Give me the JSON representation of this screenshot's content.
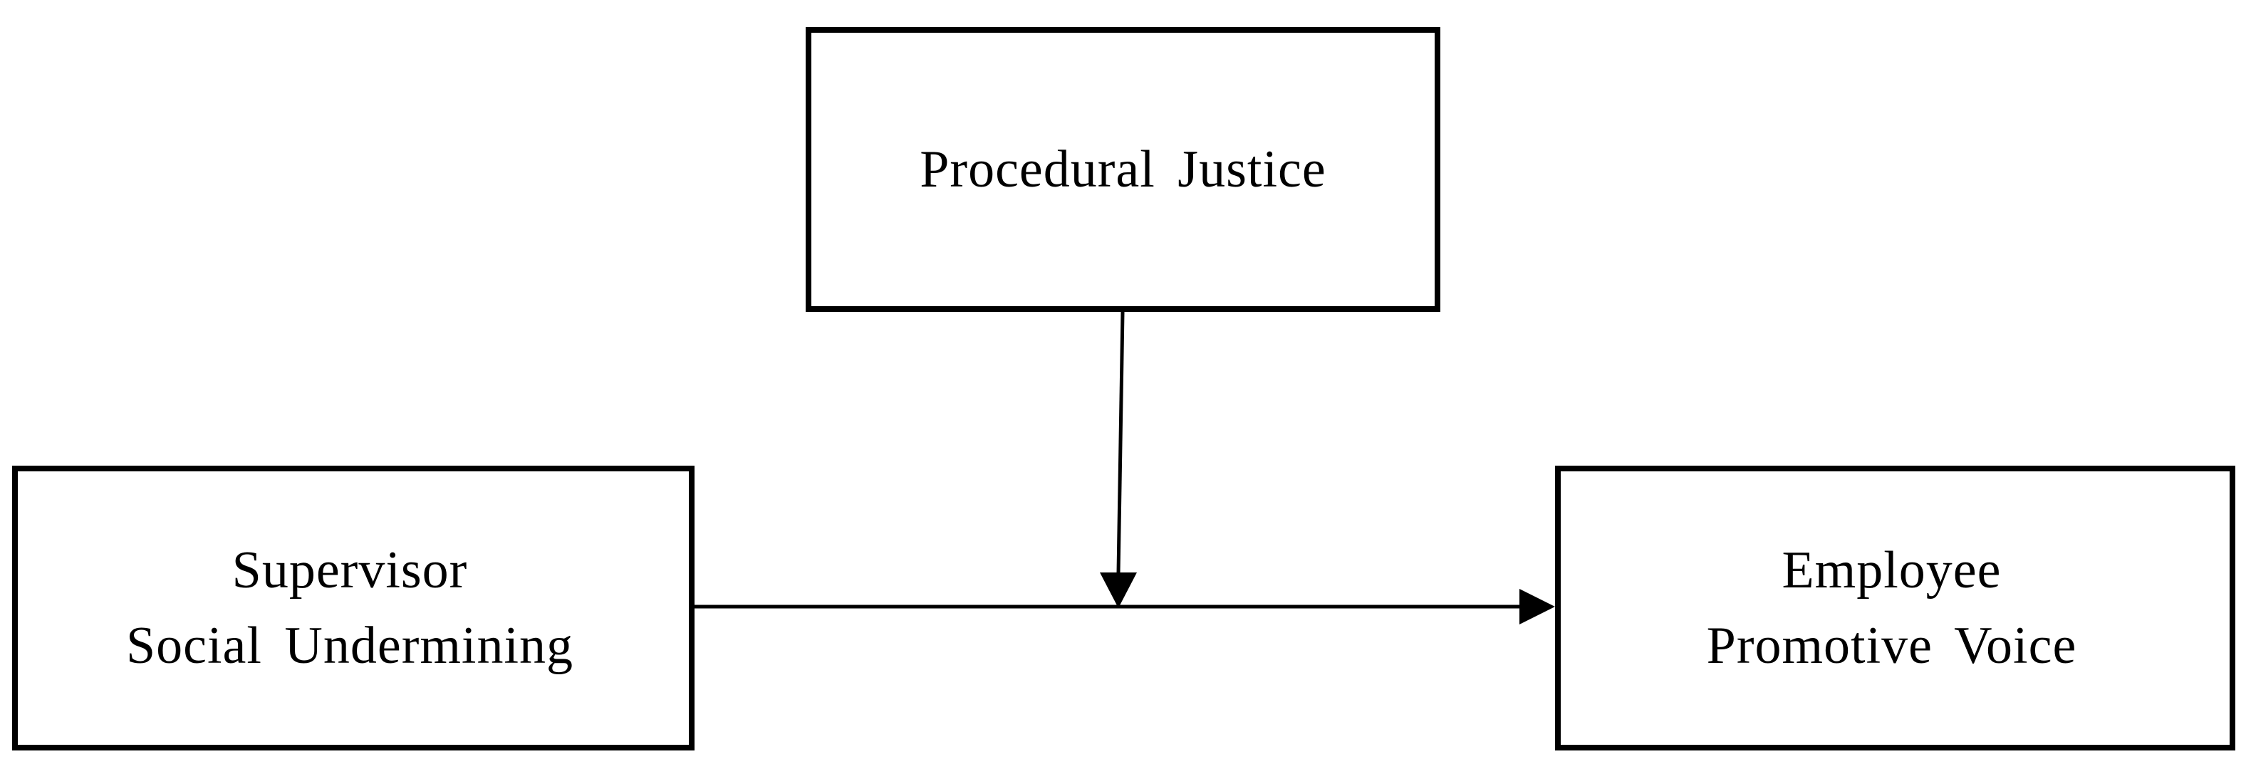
{
  "diagram": {
    "nodes": {
      "moderator": {
        "lines": [
          "Procedural Justice"
        ]
      },
      "predictor": {
        "lines": [
          "Supervisor",
          "Social Undermining"
        ]
      },
      "outcome": {
        "lines": [
          "Employee",
          "Promotive Voice"
        ]
      }
    },
    "edges": [
      {
        "from": "predictor",
        "to": "outcome",
        "type": "direct-effect"
      },
      {
        "from": "moderator",
        "to": "predictor-outcome-path",
        "type": "moderation"
      }
    ],
    "colors": {
      "stroke": "#000000",
      "background": "#ffffff"
    }
  }
}
